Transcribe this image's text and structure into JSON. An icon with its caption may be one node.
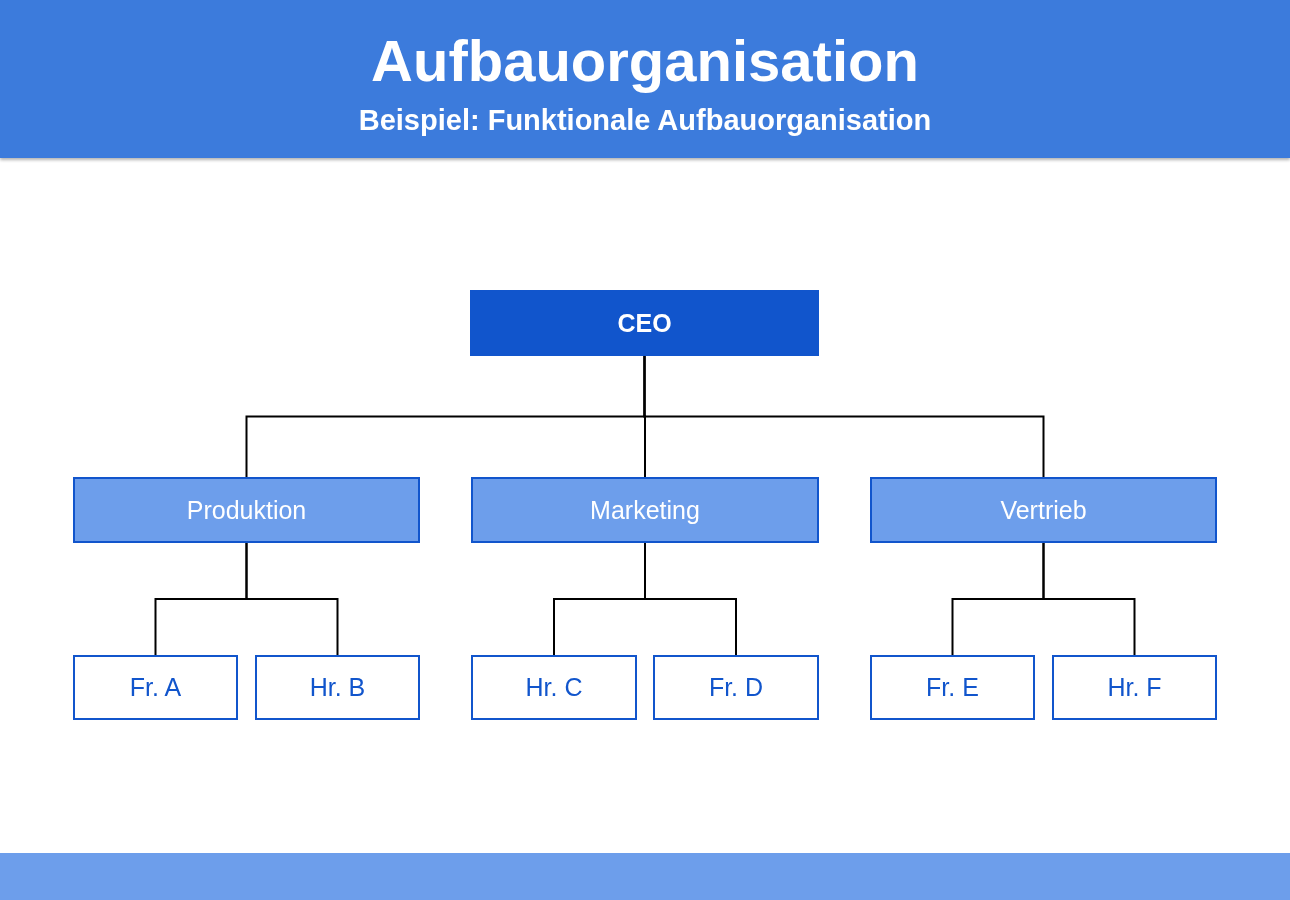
{
  "diagram": {
    "title": "Aufbauorganisation",
    "nodes": [
      {
        "text": [
          "CEO"
        ]
      },
      {
        "text": [
          "Produktion"
        ]
      },
      {
        "text": [
          "Marketing"
        ]
      },
      {
        "text": [
          "Vertrieb"
        ]
      },
      {
        "text": [
          "Fr. A"
        ]
      },
      {
        "text": [
          "Hr. B"
        ]
      },
      {
        "text": [
          "Hr. C"
        ]
      },
      {
        "text": [
          "Fr. D"
        ]
      },
      {
        "text": [
          "Fr. E"
        ]
      },
      {
        "text": [
          "Hr. F"
        ]
      }
    ],
    "edges": [
      {
        "from": 0,
        "to": 1,
        "arrow": "none"
      },
      {
        "from": 0,
        "to": 2,
        "arrow": "none"
      },
      {
        "from": 0,
        "to": 3,
        "arrow": "none"
      },
      {
        "from": 1,
        "to": 4,
        "arrow": "none"
      },
      {
        "from": 1,
        "to": 5,
        "arrow": "none"
      },
      {
        "from": 2,
        "to": 6,
        "arrow": "none"
      },
      {
        "from": 2,
        "to": 7,
        "arrow": "none"
      },
      {
        "from": 3,
        "to": 8,
        "arrow": "none"
      },
      {
        "from": 3,
        "to": 9,
        "arrow": "none"
      }
    ],
    "labels": [
      "Beispiel: Funktionale Aufbauorganisation"
    ]
  }
}
